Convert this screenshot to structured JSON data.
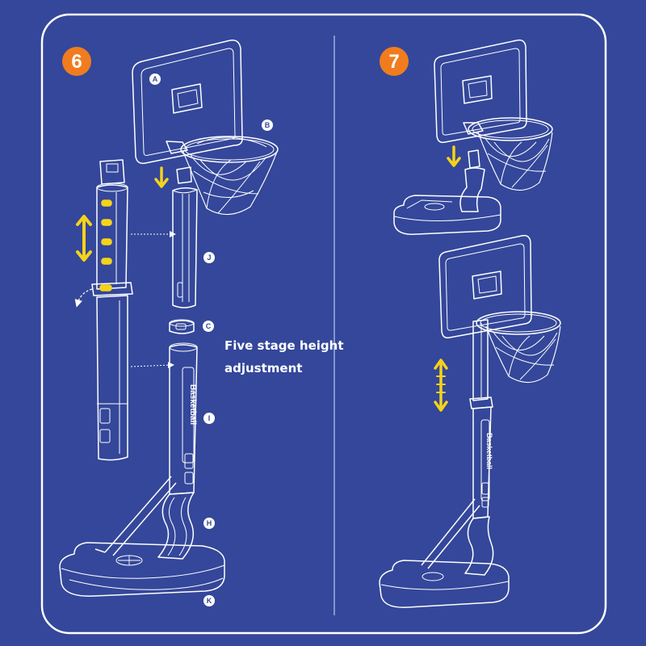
{
  "steps": [
    {
      "number": "6",
      "badge_color": "#f07c1f"
    },
    {
      "number": "7",
      "badge_color": "#f07c1f"
    }
  ],
  "caption": {
    "line1": "Five stage height",
    "line2": "adjustment"
  },
  "part_labels": {
    "a": "A",
    "b": "B",
    "j": "J",
    "c": "C",
    "i": "I",
    "h": "H",
    "k": "K"
  },
  "pole_text": "Basketball",
  "colors": {
    "background": "#34479a",
    "line": "#ffffff",
    "accent_yellow": "#f5d31a",
    "badge": "#f07c1f"
  },
  "icons": [
    "height-adjust-arrow-icon",
    "insert-arrow-icon",
    "rotate-arrow-icon"
  ]
}
